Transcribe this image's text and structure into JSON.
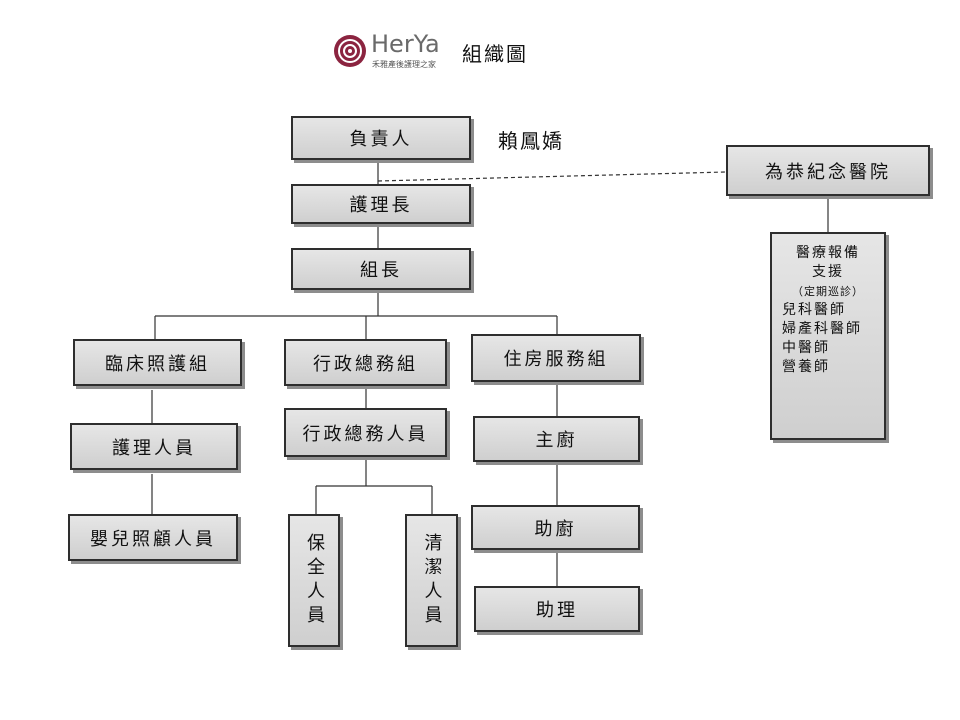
{
  "header": {
    "logo_text": "HerYa",
    "logo_sub": "禾雅產後護理之家",
    "title": "組織圖"
  },
  "director_name": "賴鳳嬌",
  "nodes": {
    "responsible": "負責人",
    "head_nurse": "護理長",
    "group_leader": "組長",
    "clinical_group": "臨床照護組",
    "admin_group": "行政總務組",
    "housing_group": "住房服務組",
    "nursing_staff": "護理人員",
    "infant_staff": "嬰兒照顧人員",
    "admin_staff": "行政總務人員",
    "security_staff": "保全人員",
    "cleaning_staff": "清潔人員",
    "chef": "主廚",
    "assistant_chef": "助廚",
    "assistant": "助理",
    "hospital": "為恭紀念醫院"
  },
  "support": {
    "title_line1": "醫療報備",
    "title_line2": "支援",
    "note": "（定期巡診）",
    "items": [
      "兒科醫師",
      "婦產科醫師",
      "中醫師",
      "營養師"
    ]
  },
  "colors": {
    "box_border": "#2e2e2e",
    "box_fill": "#d9d9d9",
    "shadow": "#8d8d8d",
    "logo": "#8b2440"
  }
}
